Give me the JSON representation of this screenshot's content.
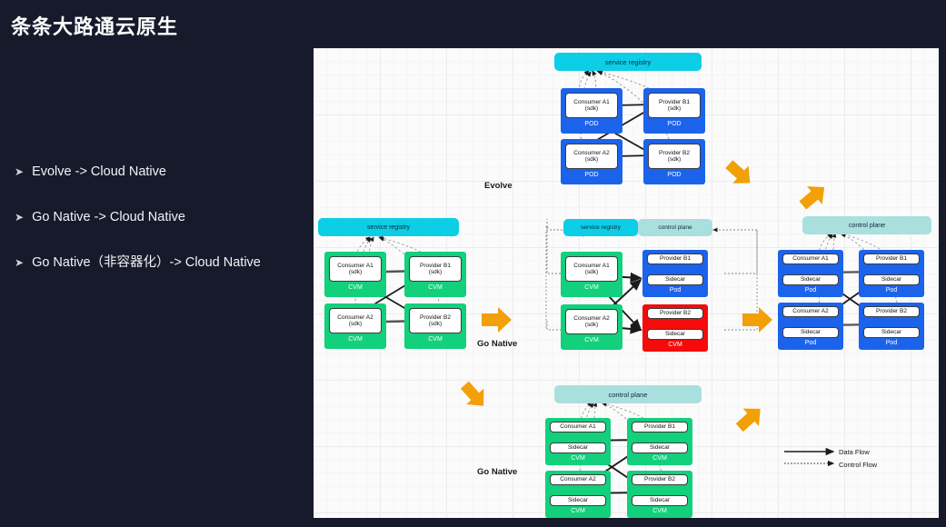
{
  "slide": {
    "title": "条条大路通云原生",
    "bullets": [
      {
        "marker": "➤",
        "text": "Evolve -> Cloud Native"
      },
      {
        "marker": "➤",
        "text": "Go Native -> Cloud Native"
      },
      {
        "marker": "➤",
        "text": "Go Native（非容器化）-> Cloud Native"
      }
    ]
  },
  "colors": {
    "background": "#171a2b",
    "canvas": "#fbfbfc",
    "service_registry": "#0ccee6",
    "control_plane": "#a9e0de",
    "pod_blue": "#1c63eb",
    "cvm_green": "#12d07c",
    "cvm_red": "#f50b0b",
    "arrow_orange": "#f2A007",
    "text_light": "#f2f3f7"
  },
  "transitions": {
    "evolve": "Evolve",
    "go_native_mid": "Go Native",
    "go_native_bottom": "Go Native"
  },
  "sections": {
    "top_center": {
      "registry_label": "service registry",
      "nodes": [
        {
          "service": "Consumer A1",
          "sdk": "(sdk)",
          "host": "POD",
          "color": "pod_blue"
        },
        {
          "service": "Provider B1",
          "sdk": "(sdk)",
          "host": "POD",
          "color": "pod_blue"
        },
        {
          "service": "Consumer A2",
          "sdk": "(sdk)",
          "host": "POD",
          "color": "pod_blue"
        },
        {
          "service": "Provider B2",
          "sdk": "(sdk)",
          "host": "POD",
          "color": "pod_blue"
        }
      ]
    },
    "mid_left": {
      "registry_label": "service registry",
      "nodes": [
        {
          "service": "Consumer A1",
          "sdk": "(sdk)",
          "host": "CVM",
          "color": "cvm_green"
        },
        {
          "service": "Provider B1",
          "sdk": "(sdk)",
          "host": "CVM",
          "color": "cvm_green"
        },
        {
          "service": "Consumer A2",
          "sdk": "(sdk)",
          "host": "CVM",
          "color": "cvm_green"
        },
        {
          "service": "Provider B2",
          "sdk": "(sdk)",
          "host": "CVM",
          "color": "cvm_green"
        }
      ]
    },
    "mid_center": {
      "registry_label": "service registry",
      "control_plane_label": "control plane",
      "nodes": [
        {
          "service": "Consumer A1",
          "sdk": "(sdk)",
          "host": "CVM",
          "color": "cvm_green",
          "sidecar": null
        },
        {
          "service": "Provider B1",
          "sidecar": "Sidecar",
          "host": "Pod",
          "color": "pod_blue"
        },
        {
          "service": "Consumer A2",
          "sdk": "(sdk)",
          "host": "CVM",
          "color": "cvm_green",
          "sidecar": null
        },
        {
          "service": "Provider B2",
          "sidecar": "Sidecar",
          "host": "CVM",
          "color": "cvm_red"
        }
      ]
    },
    "mid_right": {
      "control_plane_label": "control plane",
      "nodes": [
        {
          "service": "Consumer A1",
          "sidecar": "Sidecar",
          "host": "Pod",
          "color": "pod_blue"
        },
        {
          "service": "Provider B1",
          "sidecar": "Sidecar",
          "host": "Pod",
          "color": "pod_blue"
        },
        {
          "service": "Consumer A2",
          "sidecar": "Sidecar",
          "host": "Pod",
          "color": "pod_blue"
        },
        {
          "service": "Provider B2",
          "sidecar": "Sidecar",
          "host": "Pod",
          "color": "pod_blue"
        }
      ]
    },
    "bottom_center": {
      "control_plane_label": "control plane",
      "nodes": [
        {
          "service": "Consumer A1",
          "sidecar": "Sidecar",
          "host": "CVM",
          "color": "cvm_green"
        },
        {
          "service": "Provider B1",
          "sidecar": "Sidecar",
          "host": "CVM",
          "color": "cvm_green"
        },
        {
          "service": "Consumer A2",
          "sidecar": "Sidecar",
          "host": "CVM",
          "color": "cvm_green"
        },
        {
          "service": "Provider B2",
          "sidecar": "Sidecar",
          "host": "CVM",
          "color": "cvm_green"
        }
      ]
    }
  },
  "legend": {
    "data_flow": "Data Flow",
    "control_flow": "Control Flow"
  }
}
